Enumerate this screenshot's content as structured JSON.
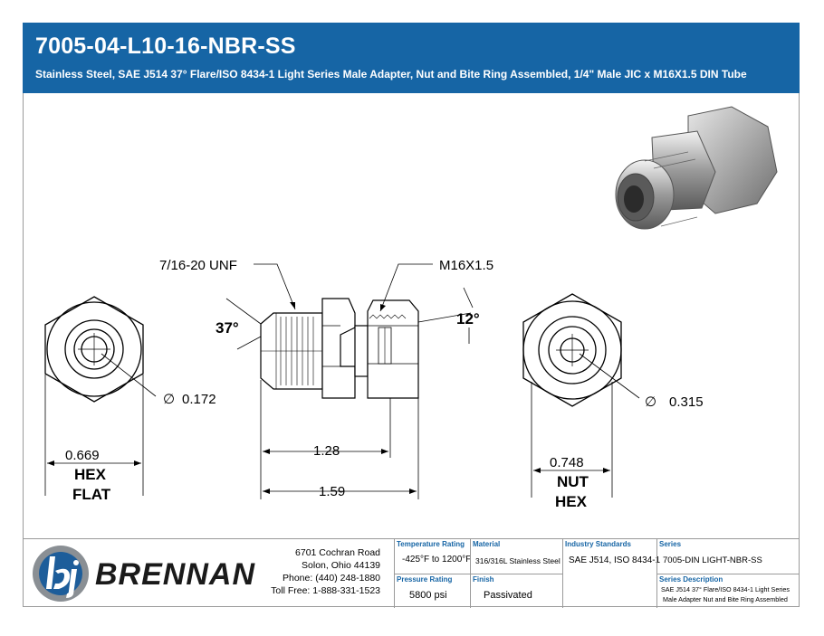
{
  "header": {
    "part_number": "7005-04-L10-16-NBR-SS",
    "description": "Stainless Steel, SAE J514 37° Flare/ISO 8434-1 Light Series Male Adapter, Nut and Bite Ring Assembled, 1/4\" Male JIC x M16X1.5 DIN Tube"
  },
  "dimensions": {
    "thread_left": "7/16-20 UNF",
    "thread_right": "M16X1.5",
    "flare_angle": "37°",
    "cone_angle": "12°",
    "bore_left": "0.172",
    "bore_right": "0.315",
    "length_short": "1.28",
    "length_total": "1.59",
    "hex_flat_value": "0.669",
    "hex_flat_line1": "HEX",
    "hex_flat_line2": "FLAT",
    "nut_hex_value": "0.748",
    "nut_hex_line1": "NUT",
    "nut_hex_line2": "HEX",
    "diameter_symbol": "∅"
  },
  "company": {
    "logo_text": "BRENNAN",
    "address_line1": "6701 Cochran Road",
    "address_line2": "Solon, Ohio 44139",
    "phone": "Phone: (440) 248-1880",
    "toll_free": "Toll Free: 1-888-331-1523"
  },
  "specs": {
    "temperature_label": "Temperature Rating",
    "temperature_value": "-425°F to 1200°F",
    "material_label": "Material",
    "material_value": "316/316L Stainless Steel",
    "standards_label": "Industry Standards",
    "standards_value": "SAE J514, ISO 8434-1",
    "series_label": "Series",
    "series_value": "7005-DIN LIGHT-NBR-SS",
    "pressure_label": "Pressure Rating",
    "pressure_value": "5800 psi",
    "finish_label": "Finish",
    "finish_value": "Passivated",
    "series_desc_label": "Series Description",
    "series_desc_line1": "SAE J514 37° Flare/ISO 8434-1 Light Series",
    "series_desc_line2": "Male Adapter Nut and Bite Ring Assembled"
  },
  "colors": {
    "header_blue": "#1665a5",
    "logo_blue": "#1d5d9a",
    "logo_gray": "#8a8f94"
  }
}
